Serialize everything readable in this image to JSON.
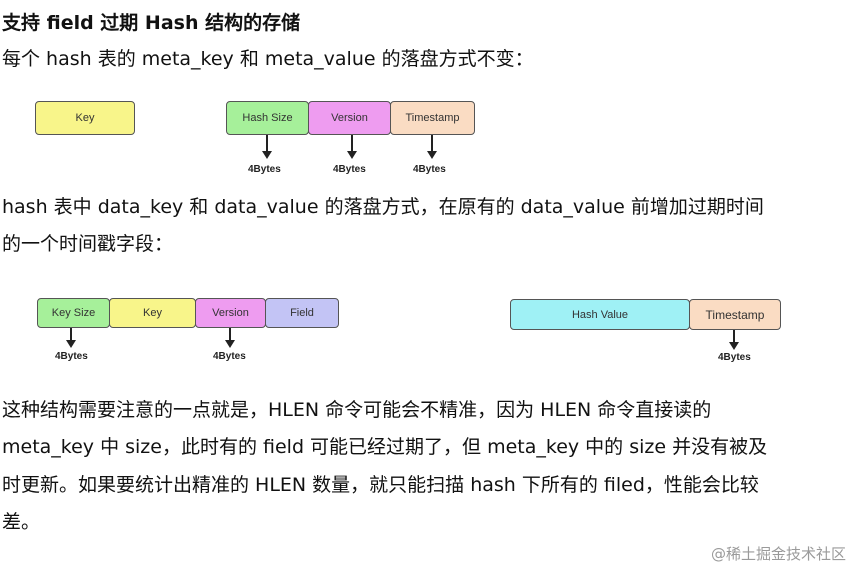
{
  "title": "支持 field 过期 Hash 结构的存储",
  "intro": "每个 hash 表的 meta_key 和 meta_value 的落盘方式不变：",
  "diagram1": {
    "key": "Key",
    "hash_size": "Hash Size",
    "version": "Version",
    "timestamp": "Timestamp",
    "bytes_label": "4Bytes",
    "colors": {
      "key": "#f8f58a",
      "hash_size": "#a6f09a",
      "version": "#ee9cf0",
      "timestamp": "#fadcc3"
    }
  },
  "para2": {
    "line1": "hash 表中 data_key 和 data_value 的落盘方式，在原有的 data_value 前增加过期时间",
    "line2": "的一个时间戳字段："
  },
  "diagram2": {
    "key_size": "Key Size",
    "key": "Key",
    "version": "Version",
    "field": "Field",
    "hash_value": "Hash Value",
    "timestamp": "Timestamp",
    "bytes_label": "4Bytes",
    "colors": {
      "key_size": "#a6f09a",
      "key": "#f8f58a",
      "version": "#ee9cf0",
      "field": "#c3c4f5",
      "hash_value": "#9ff1f5",
      "timestamp": "#fadcc3"
    }
  },
  "para3": {
    "line1": "这种结构需要注意的一点就是，HLEN 命令可能会不精准，因为 HLEN 命令直接读的",
    "line2": "meta_key 中 size，此时有的 field 可能已经过期了，但 meta_key 中的 size 并没有被及",
    "line3": "时更新。如果要统计出精准的 HLEN 数量，就只能扫描 hash 下所有的 filed，性能会比较",
    "line4": "差。"
  },
  "watermark": "@稀土掘金技术社区"
}
